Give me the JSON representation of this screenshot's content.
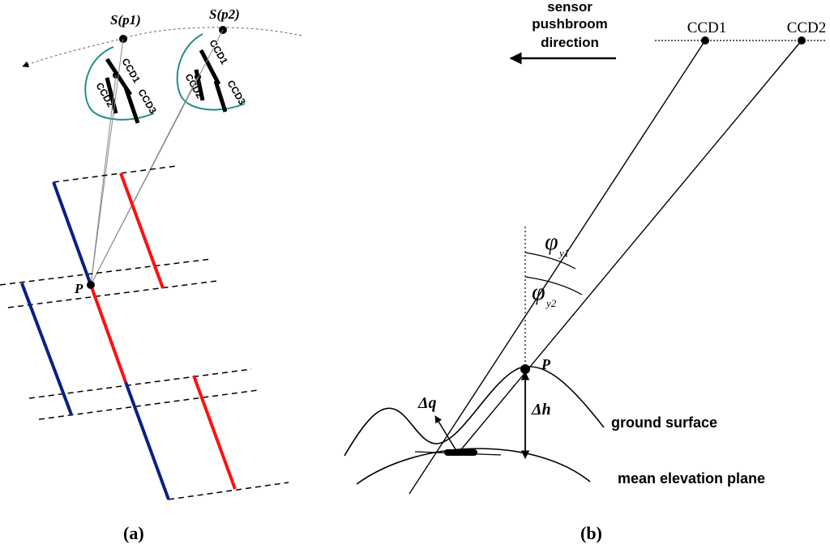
{
  "panel_a": {
    "caption": "(a)",
    "sensor_pos_1": "S(p1)",
    "sensor_pos_2": "S(p2)",
    "ccd_labels_1": [
      "CCD1",
      "CCD2",
      "CCD3"
    ],
    "ccd_labels_2": [
      "CCD1",
      "CCD2",
      "CCD3"
    ],
    "point_label": "P",
    "colors": {
      "blue": "#0b1f86",
      "red": "#ff1010",
      "arc": "#1f8f86"
    }
  },
  "panel_b": {
    "caption": "(b)",
    "direction_text": [
      "sensor",
      "pushbroom",
      "direction"
    ],
    "ccd1": "CCD1",
    "ccd2": "CCD2",
    "phi": "φ",
    "phi1_sub": "y1",
    "phi2_sub": "y2",
    "point_label": "P",
    "dq": "Δq",
    "dh": "Δh",
    "ground_surface": "ground surface",
    "mean_plane": "mean elevation plane"
  }
}
